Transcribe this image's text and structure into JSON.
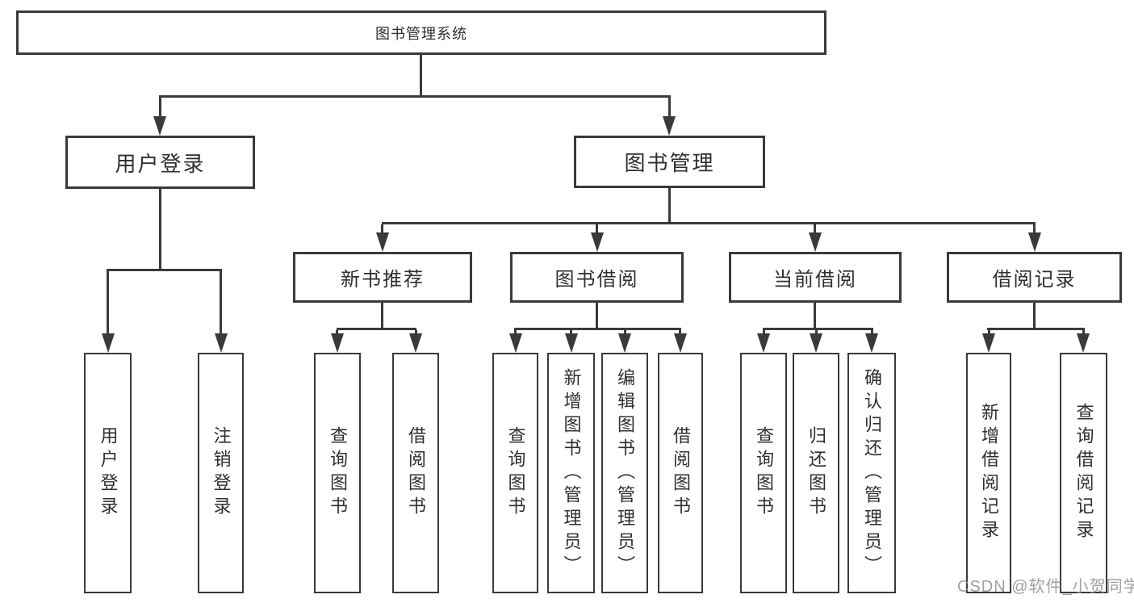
{
  "tree": {
    "root": {
      "label": "图书管理系统"
    },
    "branches": [
      {
        "label": "用户登录",
        "children": [
          {
            "label": "用户登录"
          },
          {
            "label": "注销登录"
          }
        ]
      },
      {
        "label": "图书管理",
        "children": [
          {
            "label": "新书推荐",
            "children": [
              {
                "label": "查询图书"
              },
              {
                "label": "借阅图书"
              }
            ]
          },
          {
            "label": "图书借阅",
            "children": [
              {
                "label": "查询图书"
              },
              {
                "label": "新增图书（管理员）"
              },
              {
                "label": "编辑图书（管理员）"
              },
              {
                "label": "借阅图书"
              }
            ]
          },
          {
            "label": "当前借阅",
            "children": [
              {
                "label": "查询图书"
              },
              {
                "label": "归还图书"
              },
              {
                "label": "确认归还（管理员）"
              }
            ]
          },
          {
            "label": "借阅记录",
            "children": [
              {
                "label": "新增借阅记录"
              },
              {
                "label": "查询借阅记录"
              }
            ]
          }
        ]
      }
    ]
  },
  "watermark": {
    "text": "CSDN @软件_小贺同学"
  },
  "colors": {
    "line": "#3a3a3a",
    "box_border": "#3a3a3a",
    "text": "#2f2f2f",
    "watermark": "#999999",
    "background": "#ffffff"
  }
}
